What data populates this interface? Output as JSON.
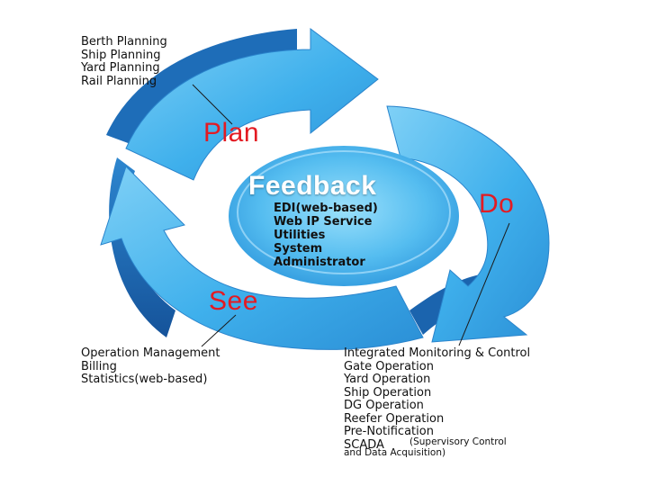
{
  "plan": {
    "label": "Plan",
    "items": [
      "Berth Planning",
      "Ship Planning",
      "Yard Planning",
      "Rail Planning"
    ]
  },
  "do": {
    "label": "Do",
    "items": [
      "Integrated Monitoring & Control",
      "Gate Operation",
      "Yard Operation",
      "Ship Operation",
      "DG Operation",
      "Reefer Operation",
      "Pre-Notification",
      "SCADA"
    ],
    "scada_note_line1": "(Supervisory Control",
    "scada_note_line2": "and Data Acquisition)"
  },
  "see": {
    "label": "See",
    "items": [
      "Operation Management",
      "Billing",
      "Statistics(web-based)"
    ]
  },
  "feedback": {
    "title": "Feedback",
    "items": [
      "EDI(web-based)",
      "Web IP Service",
      "Utilities",
      "System",
      "Administrator"
    ]
  },
  "colors": {
    "arrow_light": "#3fb0ec",
    "arrow_dark": "#1b72c0",
    "label_red": "#e31b23",
    "text": "#111111"
  }
}
